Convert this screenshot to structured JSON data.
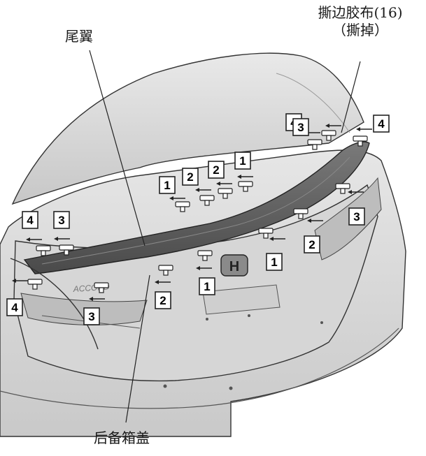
{
  "callouts": {
    "spoiler": "尾翼",
    "tape_line1": "撕边胶布(16)",
    "tape_line2": "（撕掉）",
    "trunk_lid": "后备箱盖"
  },
  "badge": "ACCORD",
  "tags": [
    "4",
    "3",
    "4",
    "1",
    "2",
    "2",
    "1",
    "4",
    "3",
    "3",
    "2",
    "1",
    "1",
    "2",
    "3",
    "4"
  ],
  "colors": {
    "outline": "#222222",
    "spoiler": "#5d5d5d",
    "body": "#dcdcdc"
  }
}
